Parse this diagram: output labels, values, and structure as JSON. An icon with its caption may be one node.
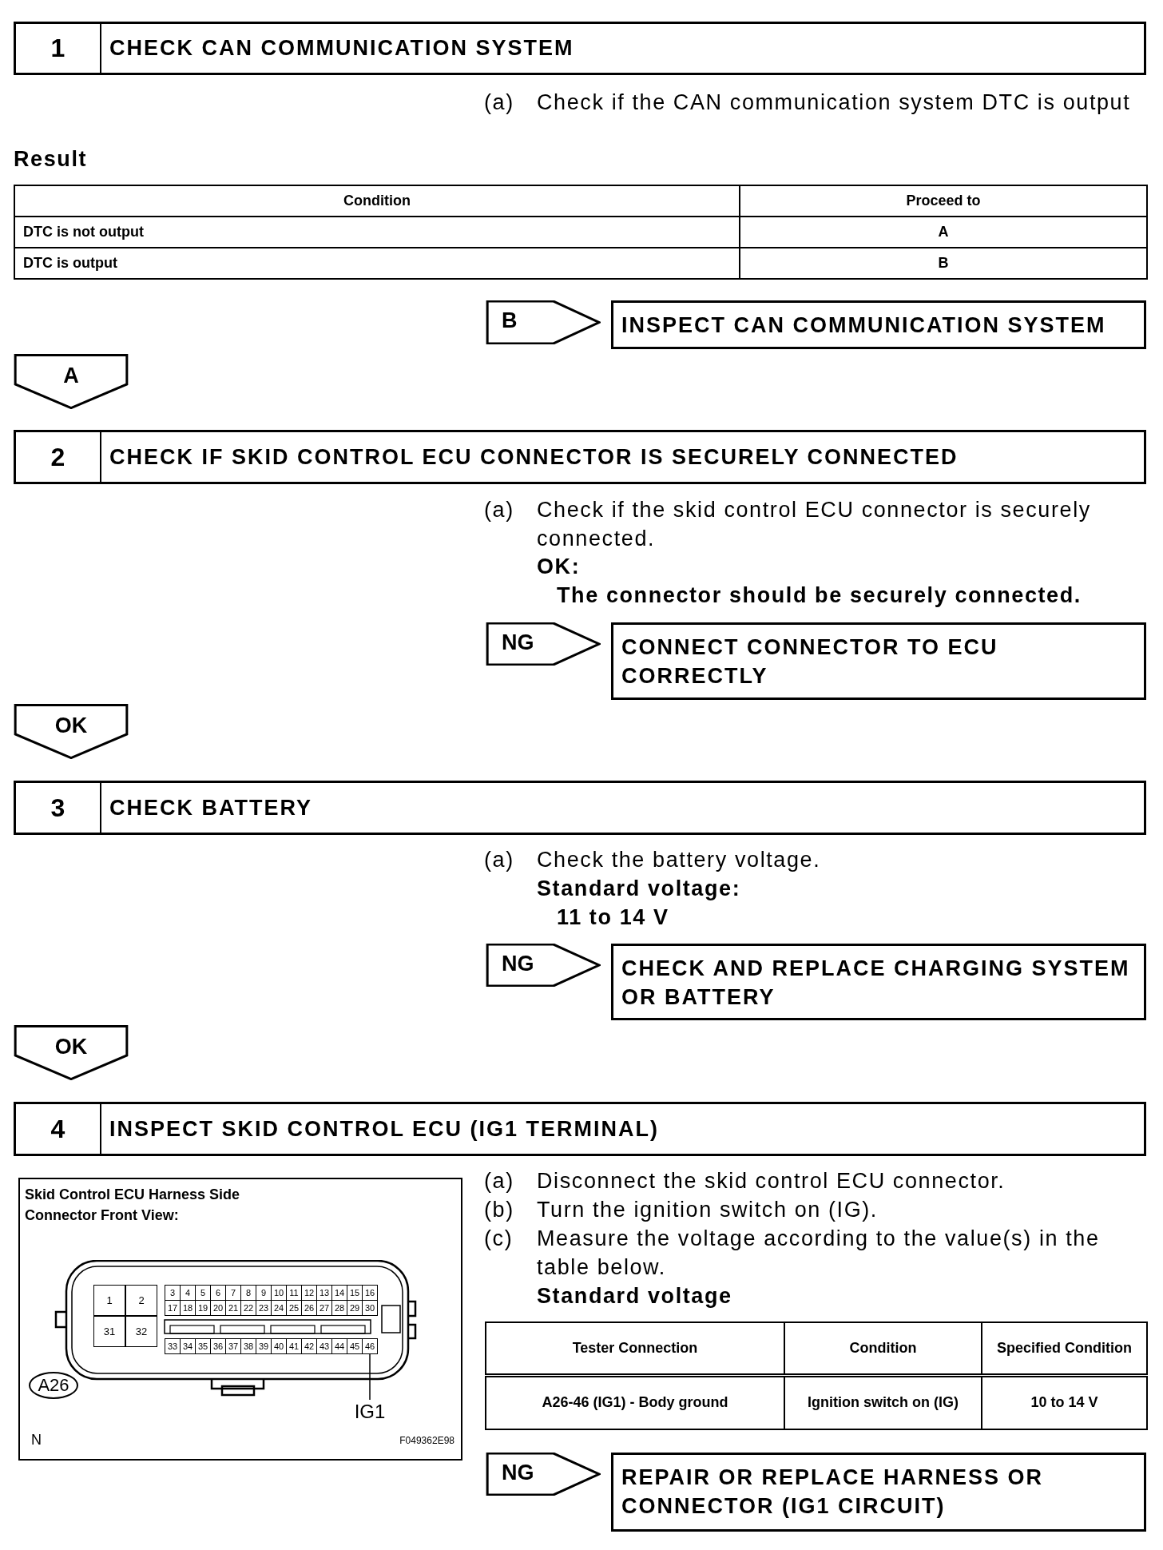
{
  "diagram": {
    "nodes": [
      {
        "text": [
          "1",
          "CHECK CAN COMMUNICATION SYSTEM"
        ]
      },
      {
        "text": [
          "B"
        ]
      },
      {
        "text": [
          "INSPECT CAN COMMUNICATION SYSTEM"
        ]
      },
      {
        "text": [
          "A"
        ]
      },
      {
        "text": [
          "2",
          "CHECK IF SKID CONTROL ECU CONNECTOR IS SECURELY CONNECTED"
        ]
      },
      {
        "text": [
          "NG"
        ]
      },
      {
        "text": [
          "CONNECT CONNECTOR TO ECU CORRECTLY"
        ]
      },
      {
        "text": [
          "OK"
        ]
      },
      {
        "text": [
          "3",
          "CHECK BATTERY"
        ]
      },
      {
        "text": [
          "NG"
        ]
      },
      {
        "text": [
          "CHECK AND REPLACE CHARGING SYSTEM OR BATTERY"
        ]
      },
      {
        "text": [
          "OK"
        ]
      },
      {
        "text": [
          "4",
          "INSPECT SKID CONTROL ECU (IG1 TERMINAL)"
        ]
      },
      {
        "text": [
          "Skid Control ECU Harness Side Connector Front View:",
          "N",
          "F049362E98"
        ]
      },
      {
        "text": [],
        "shape": "box",
        "in": 13
      },
      {
        "text": [
          "1"
        ],
        "in": 14
      },
      {
        "text": [
          "2"
        ],
        "in": 14
      },
      {
        "text": [
          "3"
        ],
        "in": 14
      },
      {
        "text": [
          "4"
        ],
        "in": 14
      },
      {
        "text": [
          "5"
        ],
        "in": 14
      },
      {
        "text": [
          "6"
        ],
        "in": 14
      },
      {
        "text": [
          "7"
        ],
        "in": 14
      },
      {
        "text": [
          "8"
        ],
        "in": 14
      },
      {
        "text": [
          "9"
        ],
        "in": 14
      },
      {
        "text": [
          "10"
        ],
        "in": 14
      },
      {
        "text": [
          "11"
        ],
        "in": 14
      },
      {
        "text": [
          "12"
        ],
        "in": 14
      },
      {
        "text": [
          "13"
        ],
        "in": 14
      },
      {
        "text": [
          "14"
        ],
        "in": 14
      },
      {
        "text": [
          "15"
        ],
        "in": 14
      },
      {
        "text": [
          "16"
        ],
        "in": 14
      },
      {
        "text": [
          "17"
        ],
        "in": 14
      },
      {
        "text": [
          "18"
        ],
        "in": 14
      },
      {
        "text": [
          "19"
        ],
        "in": 14
      },
      {
        "text": [
          "20"
        ],
        "in": 14
      },
      {
        "text": [
          "21"
        ],
        "in": 14
      },
      {
        "text": [
          "22"
        ],
        "in": 14
      },
      {
        "text": [
          "23"
        ],
        "in": 14
      },
      {
        "text": [
          "24"
        ],
        "in": 14
      },
      {
        "text": [
          "25"
        ],
        "in": 14
      },
      {
        "text": [
          "26"
        ],
        "in": 14
      },
      {
        "text": [
          "27"
        ],
        "in": 14
      },
      {
        "text": [
          "28"
        ],
        "in": 14
      },
      {
        "text": [
          "29"
        ],
        "in": 14
      },
      {
        "text": [
          "30"
        ],
        "in": 14
      },
      {
        "text": [
          "31"
        ],
        "in": 14
      },
      {
        "text": [
          "32"
        ],
        "in": 14
      },
      {
        "text": [
          "33"
        ],
        "in": 14
      },
      {
        "text": [
          "34"
        ],
        "in": 14
      },
      {
        "text": [
          "35"
        ],
        "in": 14
      },
      {
        "text": [
          "36"
        ],
        "in": 14
      },
      {
        "text": [
          "37"
        ],
        "in": 14
      },
      {
        "text": [
          "38"
        ],
        "in": 14
      },
      {
        "text": [
          "39"
        ],
        "in": 14
      },
      {
        "text": [
          "40"
        ],
        "in": 14
      },
      {
        "text": [
          "41"
        ],
        "in": 14
      },
      {
        "text": [
          "42"
        ],
        "in": 14
      },
      {
        "text": [
          "43"
        ],
        "in": 14
      },
      {
        "text": [
          "44"
        ],
        "in": 14
      },
      {
        "text": [
          "45"
        ],
        "in": 14
      },
      {
        "text": [
          "46"
        ],
        "in": 14
      },
      {
        "text": [
          "IG1"
        ],
        "in": 13
      },
      {
        "text": [
          "A26"
        ],
        "in": 13
      },
      {
        "text": [
          "NG"
        ]
      },
      {
        "text": [
          "REPAIR OR REPLACE HARNESS OR CONNECTOR (IG1 CIRCUIT)"
        ]
      }
    ],
    "edges": [
      {
        "from": 61,
        "to": 60,
        "arrow": "none"
      }
    ],
    "labels": [
      "(a)",
      "Check if the CAN communication system DTC is output",
      "Result",
      "Condition",
      "Proceed to",
      "DTC is not output",
      "A",
      "DTC is output",
      "B",
      "(a)",
      "Check if the skid control ECU connector is securely connected.",
      "OK:",
      "The connector should be securely connected.",
      "(a)",
      "Check the battery voltage.",
      "Standard voltage:",
      "11 to 14 V",
      "(a)",
      "Disconnect the skid control ECU connector.",
      "(b)",
      "Turn the ignition switch on (IG).",
      "(c)",
      "Measure the voltage according to the value(s) in the table below.",
      "Standard voltage",
      "Tester Connection",
      "Condition",
      "Specified Condition",
      "A26-46 (IG1) - Body ground",
      "Ignition switch on (IG)",
      "10 to 14 V"
    ]
  }
}
